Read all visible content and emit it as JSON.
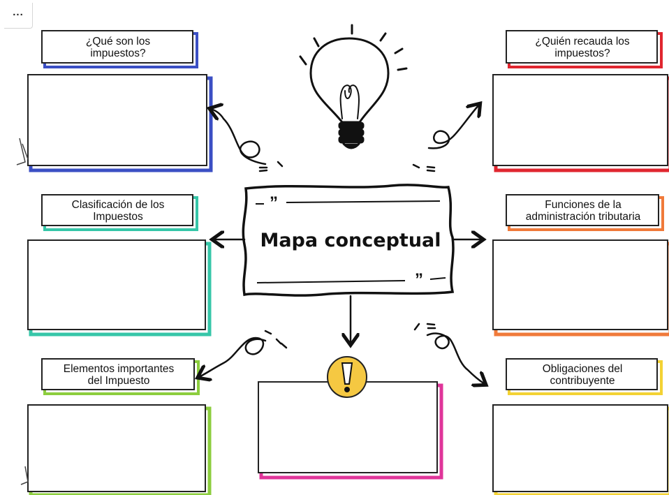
{
  "toolbar": {
    "more_label": "..."
  },
  "center": {
    "title": "Mapa conceptual",
    "quote_open": "”",
    "quote_close": "”"
  },
  "topics": [
    {
      "label": "¿Qué son los\nimpuestos?",
      "accent": "#3b4fc4"
    },
    {
      "label": "¿Quién recauda los\nimpuestos?",
      "accent": "#e0262f"
    },
    {
      "label": "Clasificación de los\nImpuestos",
      "accent": "#36c6a8"
    },
    {
      "label": "Funciones de la\nadministración tributaria",
      "accent": "#f07a3a"
    },
    {
      "label": "Elementos importantes\ndel Impuesto",
      "accent": "#8ccd3e"
    },
    {
      "label": "Obligaciones del\ncontribuyente",
      "accent": "#f3d234"
    }
  ],
  "center_box": {
    "accent": "#e0359a"
  },
  "warning_badge": {
    "symbol": "!",
    "fill": "#f5c842"
  }
}
